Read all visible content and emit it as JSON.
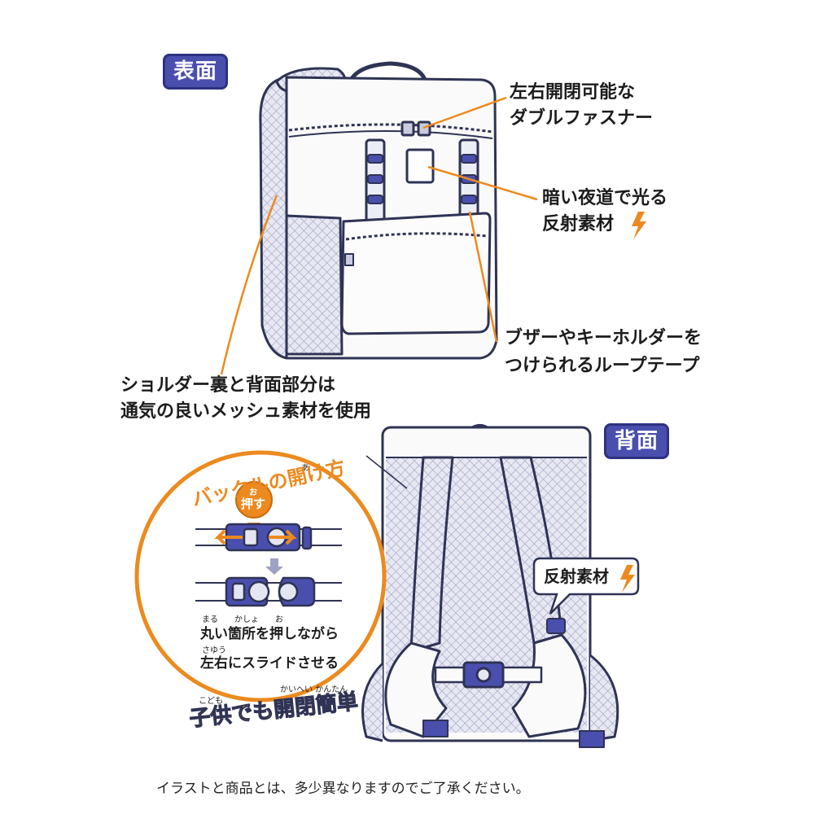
{
  "front": {
    "badge": "表面",
    "zipper_line1": "左右開閉可能な",
    "zipper_line2": "ダブルファスナー",
    "reflect_line1": "暗い夜道で光る",
    "reflect_line2": "反射素材",
    "loop_line1": "ブザーやキーホルダーを",
    "loop_line2": "つけられるループテープ",
    "mesh_line1": "ショルダー裏と背面部分は",
    "mesh_line2": "通気の良いメッシュ素材を使用"
  },
  "back": {
    "badge": "背面",
    "reflect_label": "反射素材"
  },
  "buckle": {
    "title": "バックルの開け方",
    "title_ruby": "あ",
    "press_ruby": "お",
    "press_label": "押す",
    "inst_line1": "丸い箇所を押しながら",
    "inst_line1_ruby": "まる　　かしょ　　お",
    "inst_line2": "左右にスライドさせる",
    "inst_line2_ruby": "さゆう",
    "footer": "子供でも開閉簡単",
    "footer_ruby1": "こども",
    "footer_ruby2": "かいへい かんたん"
  },
  "note": "イラストと商品とは、多少異なりますのでご了承ください。",
  "colors": {
    "accent_orange": "#ec8a1f",
    "badge_blue": "#4a4fae",
    "outline": "#2f3354",
    "bag_fill": "#fafafa",
    "mesh": "#c9cce0"
  },
  "icons": [
    "bolt-icon",
    "arrow-left-icon",
    "arrow-right-icon",
    "arrow-down-icon",
    "buckle-icon",
    "zipper-icon"
  ]
}
